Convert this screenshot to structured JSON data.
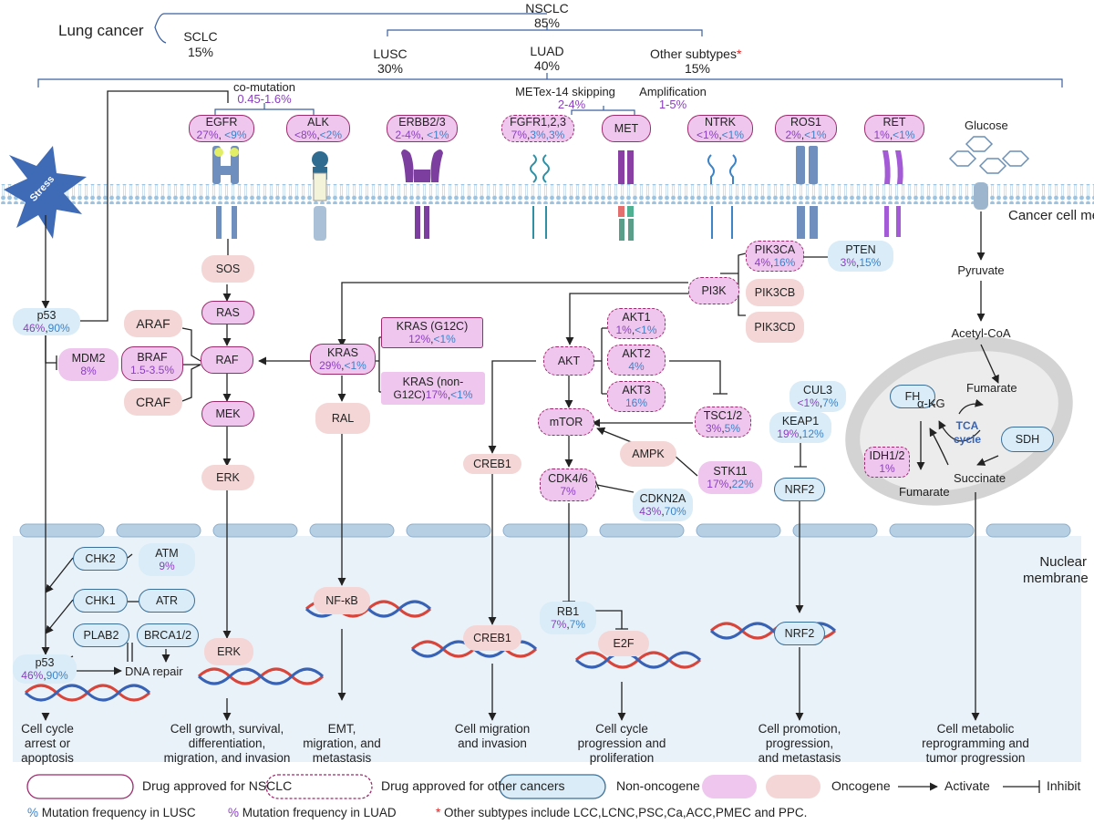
{
  "header": {
    "lung_cancer": "Lung cancer",
    "nsclc": {
      "name": "NSCLC",
      "pct": "85%"
    },
    "sclc": {
      "name": "SCLC",
      "pct": "15%"
    },
    "lusc": {
      "name": "LUSC",
      "pct": "30%"
    },
    "luad": {
      "name": "LUAD",
      "pct": "40%"
    },
    "other": {
      "name": "Other subtypes",
      "star": "*",
      "pct": "15%"
    },
    "comutation": {
      "label": "co-mutation",
      "value": "0.45-1.6%"
    },
    "metex": {
      "label": "METex-14 skipping",
      "value": "2-4%"
    },
    "amplification": {
      "label": "Amplification",
      "value": "1-5%"
    }
  },
  "receptors": {
    "egfr": {
      "name": "EGFR",
      "luad": "27%",
      "lusc": "<9%"
    },
    "alk": {
      "name": "ALK",
      "luad": "<8%",
      "lusc": "<2%"
    },
    "erbb": {
      "name": "ERBB2/3",
      "luad": "2-4%",
      "lusc": "<1%"
    },
    "fgfr": {
      "name": "FGFR1,2,3",
      "luad": "7%",
      "lusc": "3%,3%"
    },
    "met": {
      "name": "MET"
    },
    "ntrk": {
      "name": "NTRK",
      "luad": "<1%",
      "lusc": "<1%"
    },
    "ros1": {
      "name": "ROS1",
      "luad": "2%",
      "lusc": "<1%"
    },
    "ret": {
      "name": "RET",
      "luad": "1%",
      "lusc": "<1%"
    },
    "glucose": "Glucose",
    "stress": "Stress"
  },
  "labels": {
    "cancer_membrane": "Cancer cell membrane",
    "nuclear_membrane": "Nuclear membrane"
  },
  "nodes": {
    "sos": "SOS",
    "ras": "RAS",
    "raf": "RAF",
    "mek": "MEK",
    "erk": "ERK",
    "erk_nuc": "ERK",
    "araf": "ARAF",
    "craf": "CRAF",
    "braf": {
      "name": "BRAF",
      "pct": "1.5-3.5%"
    },
    "kras": {
      "name": "KRAS",
      "luad": "29%",
      "lusc": "<1%"
    },
    "kras_g12c": {
      "name": "KRAS (G12C)",
      "luad": "12%",
      "lusc": "<1%"
    },
    "kras_non": {
      "name": "KRAS (non-",
      "name2": "G12C)",
      "luad": "17%",
      "lusc": "<1%"
    },
    "ral": "RAL",
    "nfkb": "NF-κB",
    "p53": {
      "name": "p53",
      "luad": "46%",
      "lusc": "90%"
    },
    "p53_nuc": {
      "name": "p53",
      "luad": "46%",
      "lusc": "90%"
    },
    "mdm2": {
      "name": "MDM2",
      "pct": "8%"
    },
    "pi3k": "PI3K",
    "pik3ca": {
      "name": "PIK3CA",
      "luad": "4%",
      "lusc": "16%"
    },
    "pik3cb": "PIK3CB",
    "pik3cd": "PIK3CD",
    "pten": {
      "name": "PTEN",
      "luad": "3%",
      "lusc": "15%"
    },
    "akt": "AKT",
    "akt1": {
      "name": "AKT1",
      "luad": "1%",
      "lusc": "<1%"
    },
    "akt2": {
      "name": "AKT2",
      "pct": "4%"
    },
    "akt3": {
      "name": "AKT3",
      "pct": "16%"
    },
    "tsc": {
      "name": "TSC1/2",
      "luad": "3%",
      "lusc": "5%"
    },
    "mtor": "mTOR",
    "ampk": "AMPK",
    "stk11": {
      "name": "STK11",
      "luad": "17%",
      "lusc": "22%"
    },
    "cdk46": {
      "name": "CDK4/6",
      "pct": "7%"
    },
    "cdkn2a": {
      "name": "CDKN2A",
      "luad": "43%",
      "lusc": "70%"
    },
    "creb1": "CREB1",
    "creb1_nuc": "CREB1",
    "rb1": {
      "name": "RB1",
      "luad": "7%",
      "lusc": "7%"
    },
    "e2f": "E2F",
    "cul3": {
      "name": "CUL3",
      "luad": "<1%",
      "lusc": "7%"
    },
    "keap1": {
      "name": "KEAP1",
      "luad": "19%",
      "lusc": "12%"
    },
    "nrf2": "NRF2",
    "nrf2_nuc": "NRF2",
    "chk2": "CHK2",
    "chk1": "CHK1",
    "plab2": "PLAB2",
    "atm": {
      "name": "ATM",
      "pct": "9%"
    },
    "atr": "ATR",
    "brca": "BRCA1/2",
    "dna_repair": "DNA repair",
    "pyruvate": "Pyruvate",
    "acetyl": "Acetyl-CoA",
    "fh": "FH",
    "sdh": "SDH",
    "akg": "α-KG",
    "fumarate1": "Fumarate",
    "fumarate2": "Fumarate",
    "succinate": "Succinate",
    "tca": "TCA cycle",
    "idh": {
      "name": "IDH1/2",
      "pct": "1%"
    }
  },
  "outcomes": {
    "o1": [
      "Cell cycle",
      "arrest or",
      "apoptosis"
    ],
    "o2": [
      "Cell growth, survival,",
      "differentiation,",
      "migration, and invasion"
    ],
    "o3": [
      "EMT,",
      "migration, and",
      "metastasis"
    ],
    "o4": [
      "Cell migration",
      "and invasion"
    ],
    "o5": [
      "Cell cycle",
      "progression and",
      "proliferation"
    ],
    "o6": [
      "Cell promotion,",
      "progression,",
      "and metastasis"
    ],
    "o7": [
      "Cell metabolic",
      "reprogramming and",
      "tumor progression"
    ]
  },
  "legend": {
    "approved_nsclc": "Drug approved for NSCLC",
    "approved_other": "Drug approved for other cancers",
    "non_oncogene": "Non-oncogene",
    "oncogene": "Oncogene",
    "activate": "Activate",
    "inhibit": "Inhibit",
    "lusc_note": "Mutation frequency in LUSC",
    "luad_note": "Mutation frequency in LUAD",
    "other_note": "Other subtypes include LCC,LCNC,PSC,Ca,ACC,PMEC and PPC.",
    "pct_symbol": "%",
    "star": "*"
  },
  "colors": {
    "luad": "#8a3fbf",
    "lusc": "#3c83c8",
    "oncogene_pink": "#efc6ee",
    "oncogene_rose": "#f4d6d6",
    "non_oncogene": "#d9ecf7",
    "drug_border": "#9c2b6e",
    "nucleus": "#eaf2f9",
    "membrane": "#8fb8d8",
    "star": "#d22"
  }
}
